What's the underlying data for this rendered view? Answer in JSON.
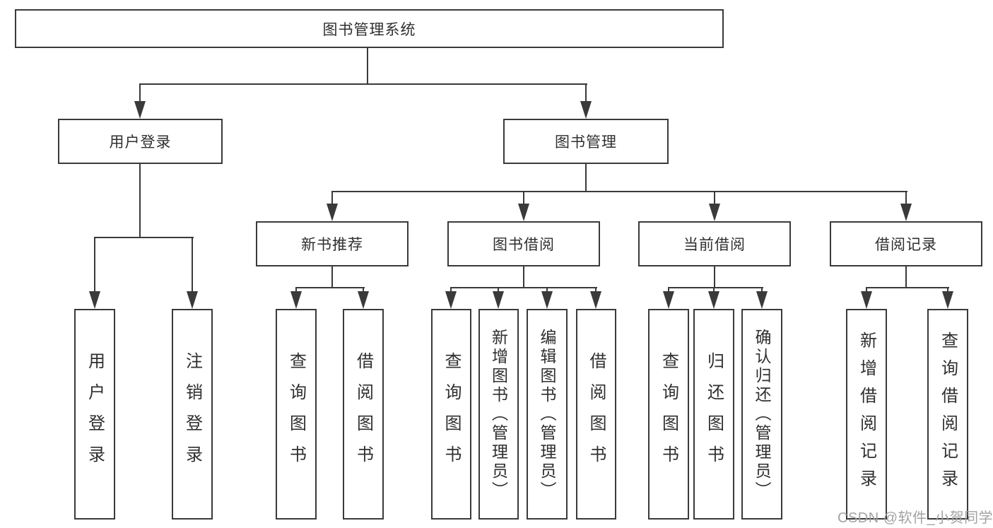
{
  "colors": {
    "line": "#3a3a3a",
    "text": "#2f2f2f",
    "background": "#ffffff",
    "watermark": "#a3a3a3"
  },
  "watermark": {
    "text": "CSDN @软件_小贺同学"
  },
  "tree": {
    "root": {
      "label": "图书管理系统",
      "children": [
        {
          "label": "用户登录",
          "children": [
            {
              "label": "用户登录"
            },
            {
              "label": "注销登录"
            }
          ]
        },
        {
          "label": "图书管理",
          "children": [
            {
              "label": "新书推荐",
              "children": [
                {
                  "label": "查询图书"
                },
                {
                  "label": "借阅图书"
                }
              ]
            },
            {
              "label": "图书借阅",
              "children": [
                {
                  "label": "查询图书"
                },
                {
                  "label": "新增图书（管理员）"
                },
                {
                  "label": "编辑图书（管理员）"
                },
                {
                  "label": "借阅图书"
                }
              ]
            },
            {
              "label": "当前借阅",
              "children": [
                {
                  "label": "查询图书"
                },
                {
                  "label": "归还图书"
                },
                {
                  "label": "确认归还（管理员）"
                }
              ]
            },
            {
              "label": "借阅记录",
              "children": [
                {
                  "label": "新增借阅记录"
                },
                {
                  "label": "查询借阅记录"
                }
              ]
            }
          ]
        }
      ]
    }
  }
}
